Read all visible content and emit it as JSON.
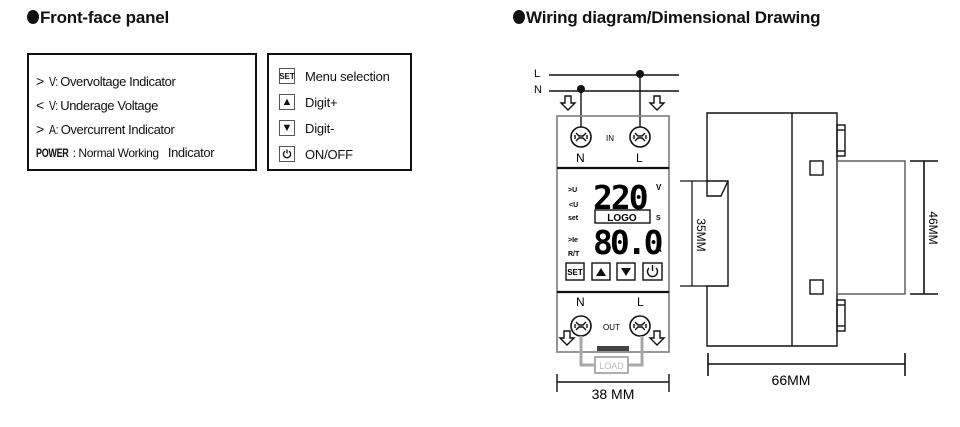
{
  "headings": {
    "front_panel": "Front-face panel",
    "wiring": "Wiring diagram/Dimensional Drawing"
  },
  "indicators": [
    {
      "symbol": ">",
      "code": "V:",
      "text": "Overvoltage Indicator"
    },
    {
      "symbol": "<",
      "code": "V:",
      "text": "Underage Voltage"
    },
    {
      "symbol": ">",
      "code": "A:",
      "text": "Overcurrent Indicator"
    },
    {
      "code": "POWER",
      "text": ": Normal Working",
      "suffix": "Indicator"
    }
  ],
  "buttons": [
    {
      "icon": "set-icon",
      "glyph": "SET",
      "label": "Menu selection"
    },
    {
      "icon": "arrow-up-icon",
      "glyph": "▲",
      "label": "Digit+"
    },
    {
      "icon": "arrow-down-icon",
      "glyph": "▼",
      "label": "Digit-"
    },
    {
      "icon": "power-icon",
      "glyph": "⏻",
      "label": "ON/OFF"
    }
  ],
  "wiring": {
    "line_labels": [
      "L",
      "N"
    ],
    "in_label": "IN",
    "out_label": "OUT",
    "in_terminals": [
      "N",
      "L"
    ],
    "out_terminals": [
      "N",
      "L"
    ],
    "load_label": "LOAD",
    "display": {
      "voltage": "220",
      "voltage_unit": "V",
      "current": "80.0",
      "current_unit": "A",
      "logo": "LOGO",
      "s_label": "S",
      "side_labels": [
        ">U",
        "<U",
        "set",
        ">Ie",
        "R/T"
      ],
      "keys": [
        "SET",
        "▲",
        "▼",
        "⏻"
      ]
    }
  },
  "dimensions": {
    "width_front": "38 MM",
    "depth": "66MM",
    "rail": "35MM",
    "height_front": "46MM"
  },
  "colors": {
    "line": "#111111",
    "gray_frame": "#8a8a8a",
    "load_wire": "#a8a8a8"
  }
}
